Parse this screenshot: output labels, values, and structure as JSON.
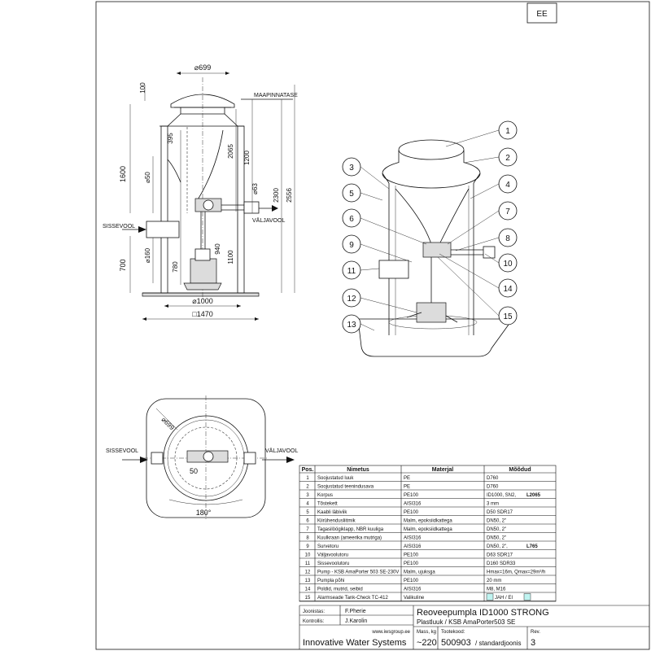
{
  "sheet": {
    "lang_code": "EE",
    "title": "Reoveepumpla ID1000 STRONG",
    "subtitle": "Plastluuk / KSB AmaPorter503 SE",
    "company": "Innovative Water Systems",
    "website": "www.iwsgroup.ee",
    "drawn_by_label": "Joonistas:",
    "drawn_by": "F.Pherie",
    "approved_by_label": "Kontrollis:",
    "approved_by": "J.Karolin",
    "mass_label": "Mass, kg",
    "mass": "~220",
    "code_label": "Tootekood:",
    "code": "500903",
    "standard": "/ standardjoonis",
    "rev_label": "Rev.",
    "rev": "3"
  },
  "section_view": {
    "dims": {
      "d699": "⌀699",
      "d100": "100",
      "ground": "MAAPINNATASE",
      "d395": "395",
      "d2065": "2065",
      "d1200": "1200",
      "d2300": "2300",
      "d2556": "2556",
      "d1600": "1600",
      "d50": "⌀50",
      "d63": "⌀63",
      "inflow": "SISSEVOOL",
      "outflow": "VÄLJAVOOL",
      "d160": "⌀160",
      "d700": "700",
      "d780": "780",
      "d940": "940",
      "d1100": "1100",
      "d1000": "⌀1000",
      "d1470": "□1470"
    }
  },
  "plan_view": {
    "d699": "⌀699",
    "inflow": "SISSEVOOL",
    "outflow": "VÄLJAVOOL",
    "d50": "50",
    "angle": "180°"
  },
  "callouts": [
    "1",
    "2",
    "3",
    "4",
    "5",
    "6",
    "7",
    "8",
    "9",
    "10",
    "11",
    "12",
    "13",
    "14",
    "15"
  ],
  "parts_table": {
    "headers": [
      "Pos.",
      "Nimetus",
      "Materjal",
      "Mõõdud"
    ],
    "rows": [
      [
        "1",
        "Soojustatud luuk",
        "PE",
        "D760",
        ""
      ],
      [
        "2",
        "Soojustatud teenindusava",
        "PE",
        "D760",
        ""
      ],
      [
        "3",
        "Korpus",
        "PE100",
        "ID1000, SN2, ",
        "L2065"
      ],
      [
        "4",
        "Tõstekett",
        "AISI316",
        "3 mm",
        ""
      ],
      [
        "5",
        "Kaabli läbiviik",
        "PE100",
        "D50 SDR17",
        ""
      ],
      [
        "6",
        "Kiirühendusliitmik",
        "Malm, epoksiidkattega",
        "DN50, 2\"",
        ""
      ],
      [
        "7",
        "Tagasilöögiklapp, NBR kuuliga",
        "Malm, epoksiidkattega",
        "DN50, 2\"",
        ""
      ],
      [
        "8",
        "Kuulkraan (ameerika mutriga)",
        "AISI316",
        "DN50, 2\"",
        ""
      ],
      [
        "9",
        "Survetoru",
        "AISI316",
        "DN50, 2\", ",
        "L765"
      ],
      [
        "10",
        "Väljavoolutoru",
        "PE100",
        "D63 SDR17",
        ""
      ],
      [
        "11",
        "Sissevoolutoru",
        "PE100",
        "D160 SDR33",
        ""
      ],
      [
        "12",
        "Pump - KSB AmaPorter 503 SE-230V",
        "Malm, ujuksga",
        "Hmax=16m, Qmax=29m³/h",
        ""
      ],
      [
        "13",
        "Pumpla põhi",
        "PE100",
        "20 mm",
        ""
      ],
      [
        "14",
        "Poldid, mutrid, seibid",
        "AISI316",
        "M8, M16",
        ""
      ],
      [
        "15",
        "Alarmseade Tank-Check TC-412",
        "Valikuline",
        "JAH / EI",
        ""
      ]
    ]
  },
  "colors": {
    "line": "#111111",
    "shade": "#dcdcdc",
    "option_box": "#bff3f0"
  }
}
